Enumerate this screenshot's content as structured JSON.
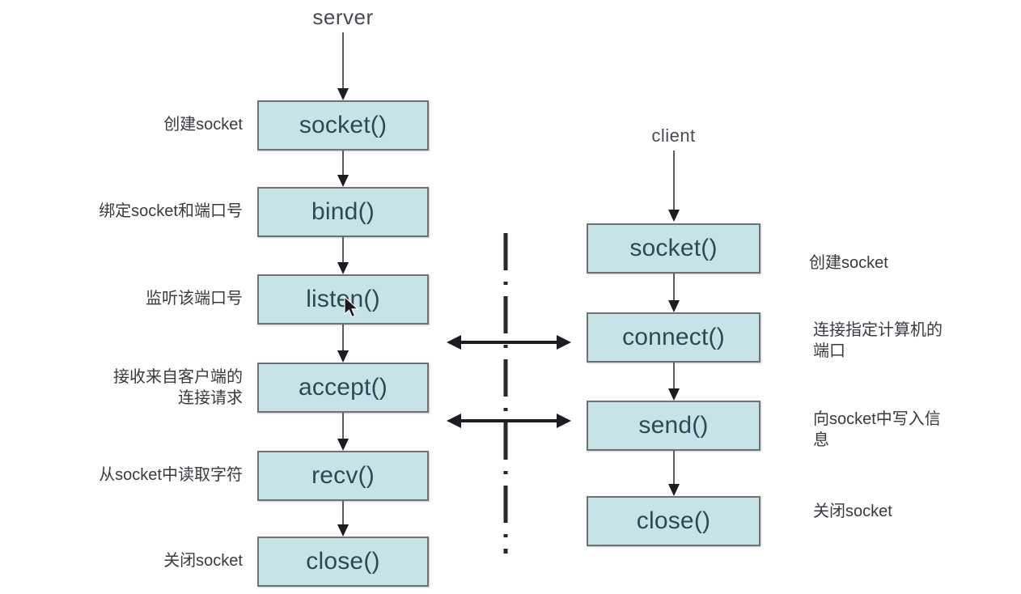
{
  "diagram": {
    "title_server": "server",
    "title_client": "client",
    "accent_fill": "#c6e4e8",
    "accent_border": "#6c7276",
    "text_color": "#2d4a52",
    "label_color": "#3a3a40",
    "server_column": {
      "heading": "server",
      "nodes": [
        {
          "label": "socket()",
          "annotation": "创建socket"
        },
        {
          "label": "bind()",
          "annotation": "绑定socket和端口号"
        },
        {
          "label": "listen()",
          "annotation": "监听该端口号"
        },
        {
          "label": "accept()",
          "annotation": "接收来自客户端的\n连接请求"
        },
        {
          "label": "recv()",
          "annotation": "从socket中读取字符"
        },
        {
          "label": "close()",
          "annotation": "关闭socket"
        }
      ]
    },
    "client_column": {
      "heading": "client",
      "nodes": [
        {
          "label": "socket()",
          "annotation": "创建socket"
        },
        {
          "label": "connect()",
          "annotation": "连接指定计算机的\n端口"
        },
        {
          "label": "send()",
          "annotation": "向socket中写入信\n息"
        },
        {
          "label": "close()",
          "annotation": "关闭socket"
        }
      ]
    },
    "divider": {
      "style": "dash-dot",
      "orientation": "vertical"
    },
    "exchanges": [
      {
        "name": "connection-handshake",
        "direction": "bidirectional"
      },
      {
        "name": "data-transfer",
        "direction": "bidirectional"
      }
    ],
    "cursor": {
      "name": "mouse-pointer",
      "over": "listen()"
    }
  },
  "chart_data": {
    "type": "diagram",
    "title": "Socket programming flow: server and client",
    "nodes_server": [
      "socket()",
      "bind()",
      "listen()",
      "accept()",
      "recv()",
      "close()"
    ],
    "nodes_client": [
      "socket()",
      "connect()",
      "send()",
      "close()"
    ],
    "annotations_server": [
      "创建socket",
      "绑定socket和端口号",
      "监听该端口号",
      "接收来自客户端的连接请求",
      "从socket中读取字符",
      "关闭socket"
    ],
    "annotations_client": [
      "创建socket",
      "连接指定计算机的端口",
      "向socket中写入信息",
      "关闭socket"
    ],
    "bidirectional_links": [
      {
        "from": "accept()",
        "to": "connect()"
      },
      {
        "from": "recv()",
        "to": "send()"
      }
    ]
  }
}
